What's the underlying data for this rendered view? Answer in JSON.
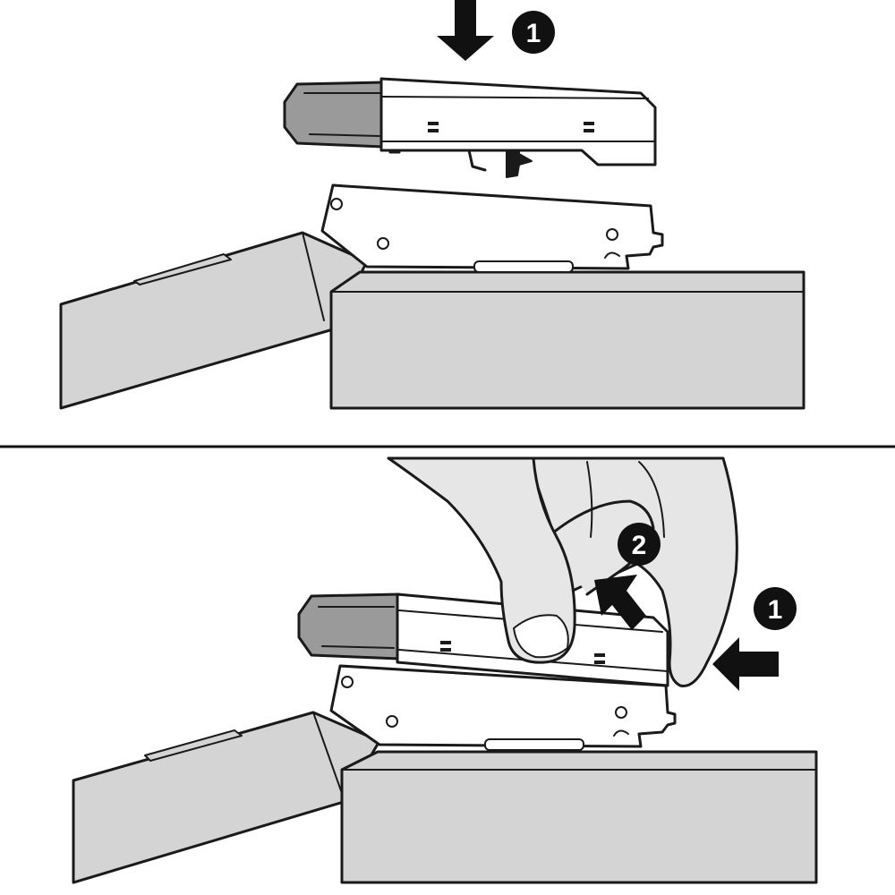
{
  "colors": {
    "background": "#ffffff",
    "outline": "#1a1a1a",
    "panel_gray": "#d4d4d4",
    "dark_gray": "#9a9a9a",
    "hand_fill": "#e6e6e6",
    "badge_fill": "#111111"
  },
  "steps": {
    "top": {
      "badges": [
        {
          "label": "1",
          "icon": "step-number-badge"
        }
      ],
      "arrows": [
        {
          "direction": "down",
          "icon": "arrow-down-icon"
        }
      ]
    },
    "bottom": {
      "badges": [
        {
          "label": "2",
          "icon": "step-number-badge"
        },
        {
          "label": "1",
          "icon": "step-number-badge"
        }
      ],
      "arrows": [
        {
          "direction": "up-left",
          "icon": "arrow-up-left-icon"
        },
        {
          "direction": "left",
          "icon": "arrow-left-icon"
        }
      ]
    }
  }
}
